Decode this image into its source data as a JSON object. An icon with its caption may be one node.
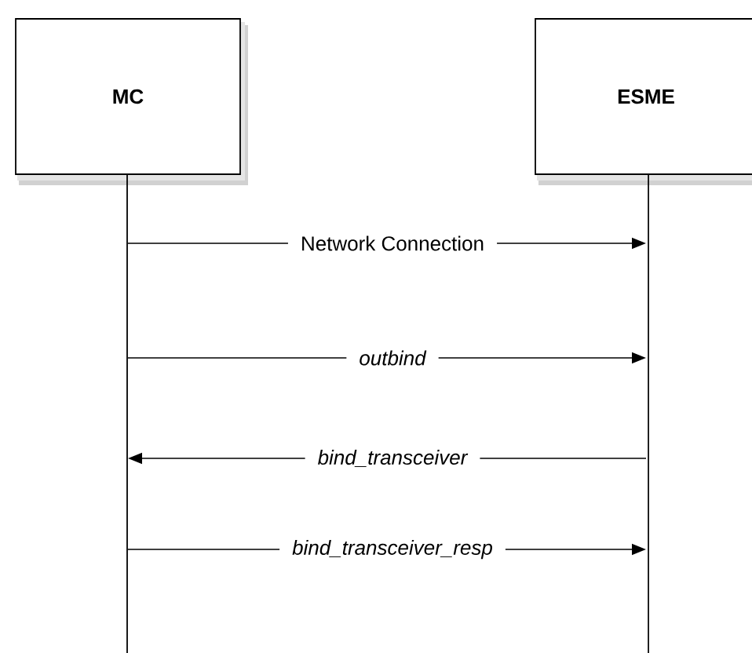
{
  "diagram": {
    "nodes": [
      {
        "text": [
          "MC"
        ]
      },
      {
        "text": [
          "ESME"
        ]
      }
    ],
    "edges": [
      {
        "from": 0,
        "to": 1,
        "arrow": "to",
        "label": "Network Connection"
      },
      {
        "from": 0,
        "to": 1,
        "arrow": "to",
        "label": "outbind"
      },
      {
        "from": 1,
        "to": 0,
        "arrow": "to",
        "label": "bind_transceiver"
      },
      {
        "from": 0,
        "to": 1,
        "arrow": "to",
        "label": "bind_transceiver_resp"
      }
    ]
  }
}
